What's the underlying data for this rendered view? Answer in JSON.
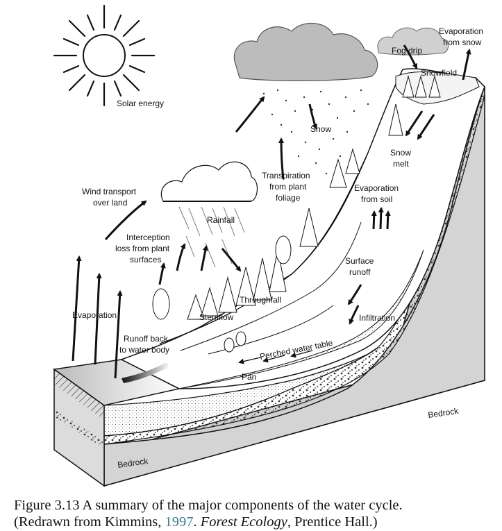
{
  "diagram": {
    "labels": {
      "solar_energy": "Solar energy",
      "wind_transport_1": "Wind transport",
      "wind_transport_2": "over land",
      "interception_1": "Interception",
      "interception_2": "loss from plant",
      "interception_3": "surfaces",
      "rainfall": "Rainfall",
      "transpiration_1": "Transpiration",
      "transpiration_2": "from plant",
      "transpiration_3": "foliage",
      "snow": "Snow",
      "evap_snow_1": "Evaporation",
      "evap_snow_2": "from snow",
      "fog_drip": "Fog drip",
      "snowfield": "Snowfield",
      "snow_melt_1": "Snow",
      "snow_melt_2": "melt",
      "evap_soil_1": "Evaporation",
      "evap_soil_2": "from soil",
      "surface_runoff_1": "Surface",
      "surface_runoff_2": "runoff",
      "infiltration": "Infiltration",
      "evaporation": "Evaporation",
      "stemflow": "Stemflow",
      "throughfall": "Throughfall",
      "runoff_back_1": "Runoff back",
      "runoff_back_2": "to water body",
      "perched_water_table": "Perched water table",
      "pan": "Pan",
      "bedrock_right": "Bedrock",
      "bedrock_left": "Bedrock"
    }
  },
  "caption": {
    "prefix": "Figure 3.13 A summary of the major components of the water cycle.",
    "redrawn": "(Redrawn from Kimmins, ",
    "year": "1997",
    "sep": ". ",
    "book": "Forest Ecology",
    "publisher": ", Prentice Hall.)"
  }
}
